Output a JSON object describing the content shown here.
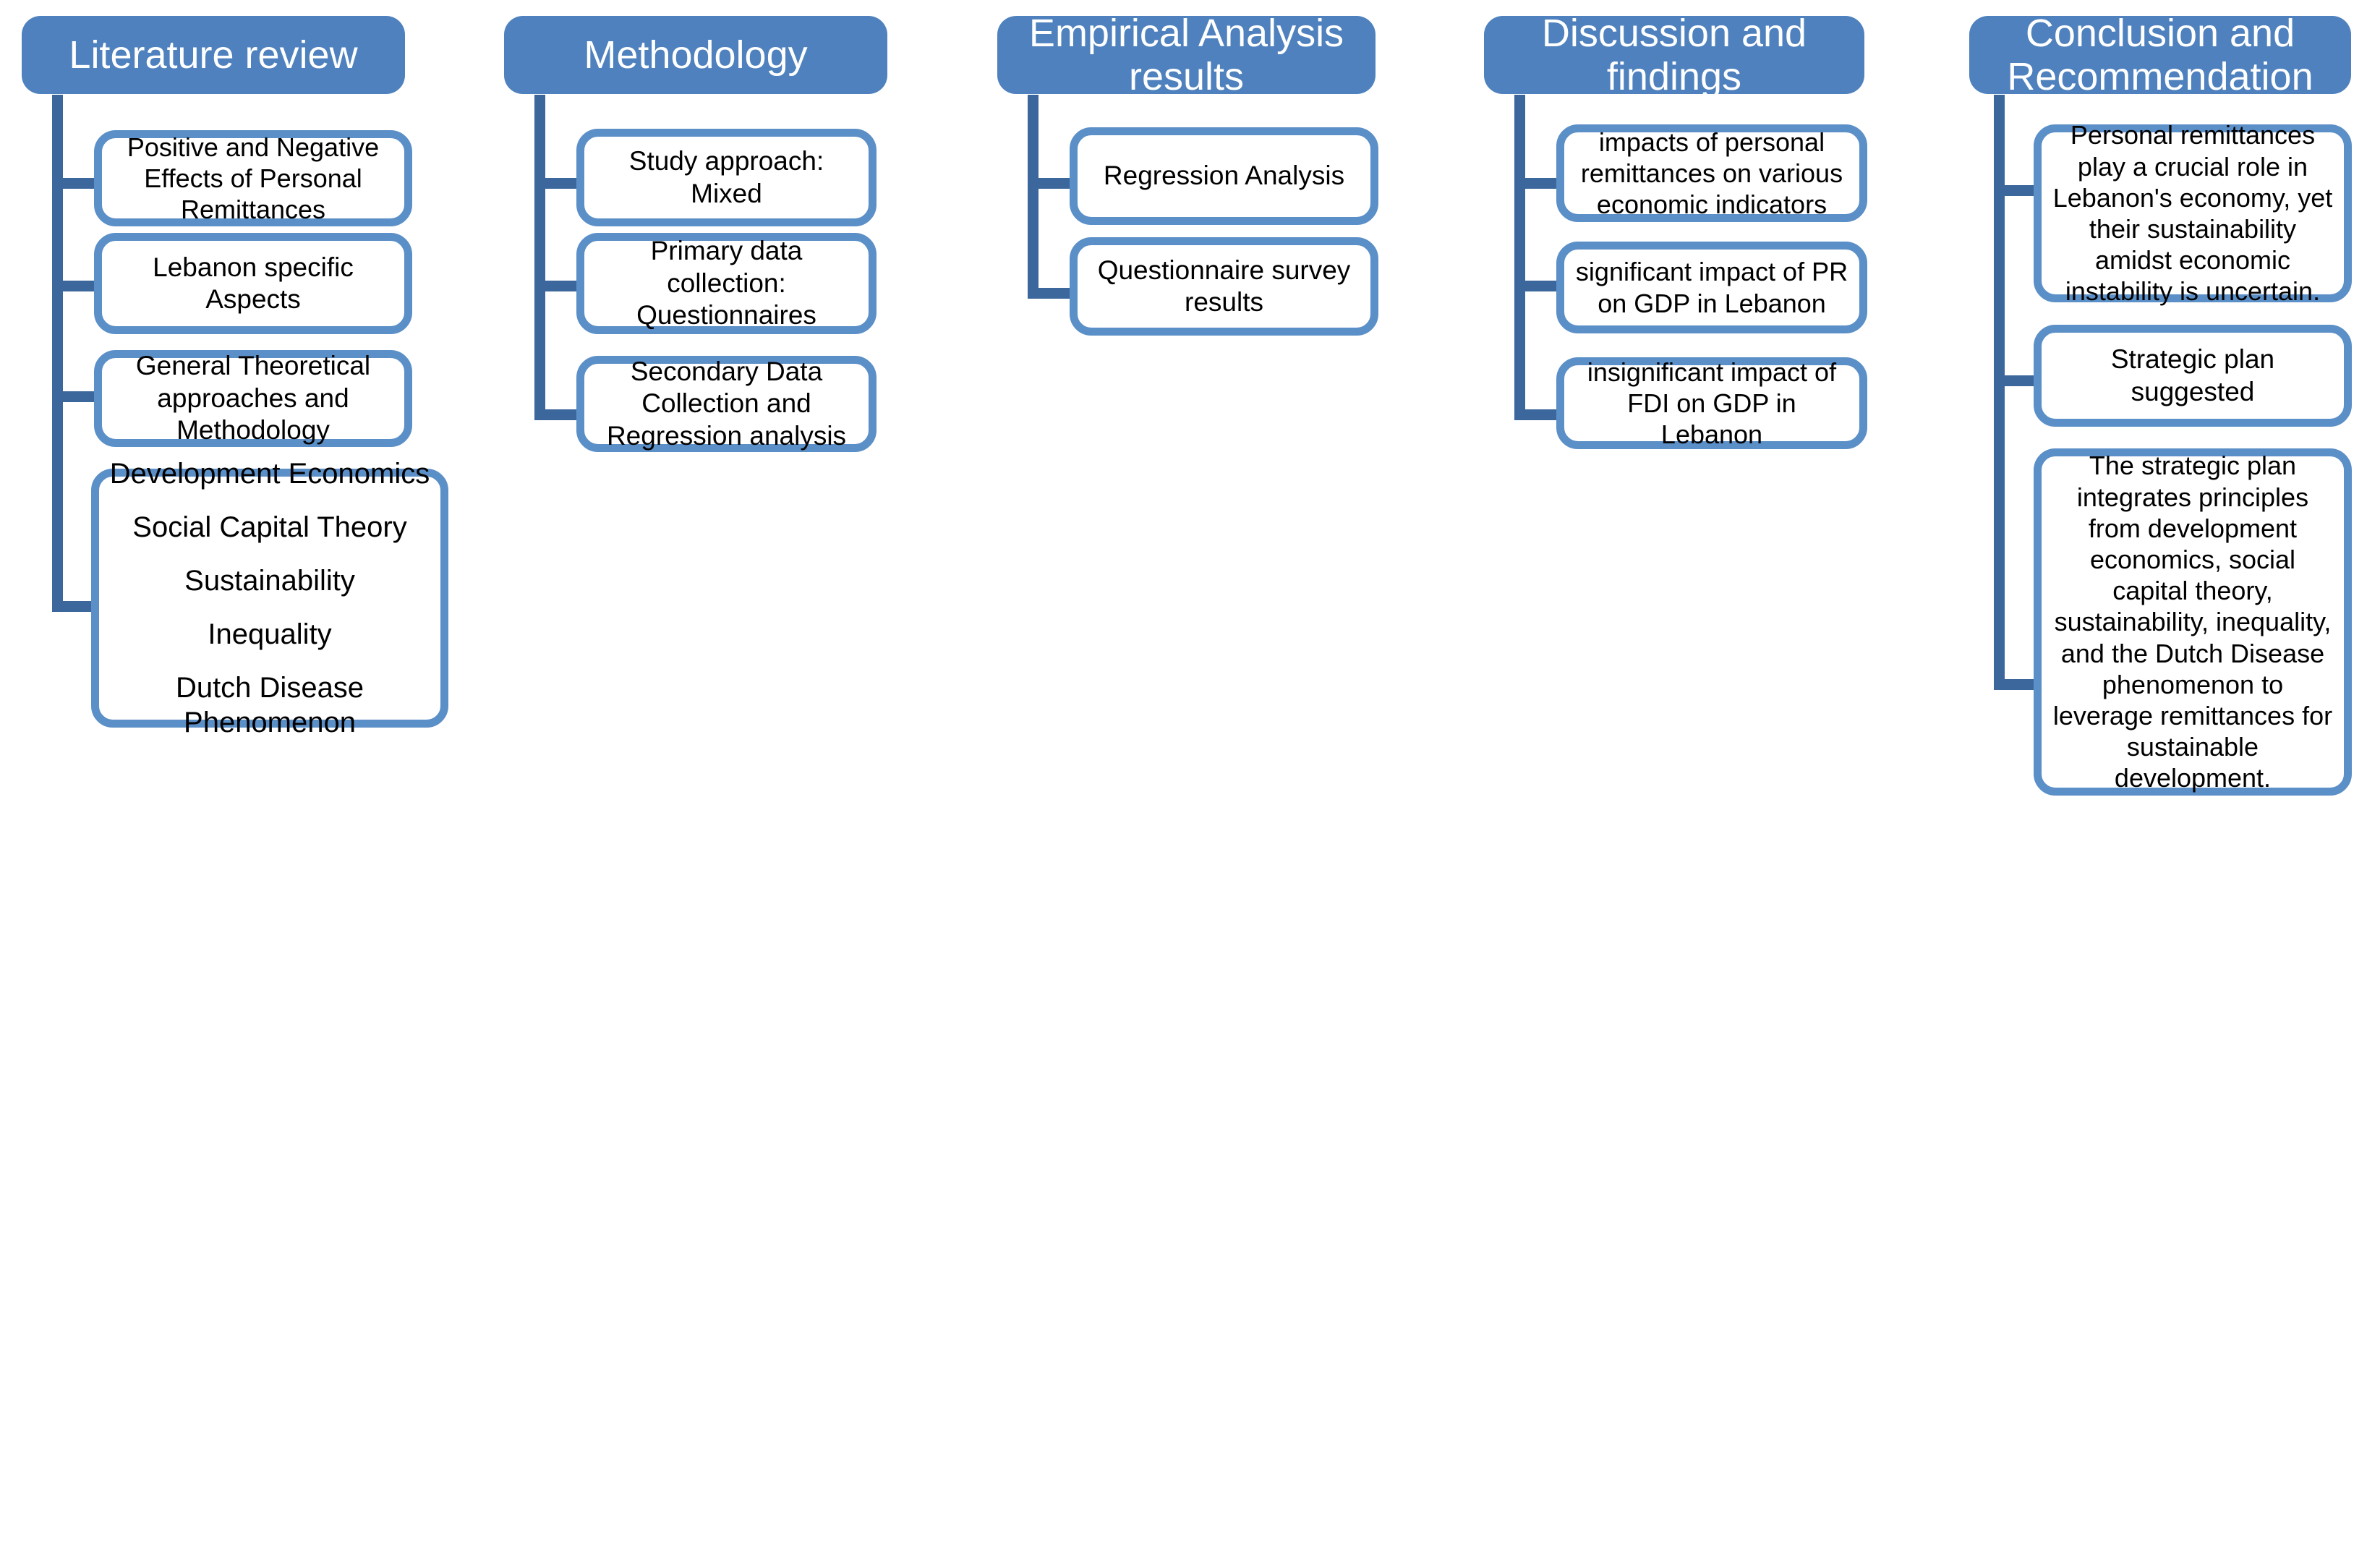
{
  "diagram": {
    "title": "Research structure flow diagram",
    "colors": {
      "header_fill": "#4E81BD",
      "header_text": "#FFFFFF",
      "node_border": "#5B8FC7",
      "node_fill": "#FFFFFF",
      "connector": "#3C679C",
      "node_text": "#000000",
      "background": "#FFFFFF"
    },
    "columns": [
      {
        "id": "literature-review",
        "header": "Literature review",
        "nodes": [
          {
            "id": "positive-negative-effects",
            "text": "Positive and Negative Effects of Personal Remittances"
          },
          {
            "id": "lebanon-specific-aspects",
            "text": "Lebanon specific Aspects"
          },
          {
            "id": "general-theoretical-approaches",
            "text": "General Theoretical approaches and Methodology"
          },
          {
            "id": "theory-list",
            "lines": [
              "Development Economics",
              "Social Capital Theory",
              "Sustainability",
              "Inequality",
              "Dutch Disease Phenomenon"
            ]
          }
        ]
      },
      {
        "id": "methodology",
        "header": "Methodology",
        "nodes": [
          {
            "id": "study-approach",
            "text": "Study approach: Mixed"
          },
          {
            "id": "primary-data-collection",
            "text": "Primary data collection: Questionnaires"
          },
          {
            "id": "secondary-data-collection",
            "text": "Secondary Data Collection and Regression analysis"
          }
        ]
      },
      {
        "id": "empirical-analysis-results",
        "header": "Empirical Analysis results",
        "nodes": [
          {
            "id": "regression-analysis",
            "text": "Regression Analysis"
          },
          {
            "id": "questionnaire-survey-results",
            "text": "Questionnaire survey results"
          }
        ]
      },
      {
        "id": "discussion-and-findings",
        "header": "Discussion and findings",
        "nodes": [
          {
            "id": "impacts-on-indicators",
            "text": "impacts of personal remittances on various economic indicators"
          },
          {
            "id": "significant-pr-gdp",
            "text": "significant impact of PR on GDP in Lebanon"
          },
          {
            "id": "insignificant-fdi-gdp",
            "text": "insignificant impact of FDI on GDP in Lebanon"
          }
        ]
      },
      {
        "id": "conclusion-and-recommendation",
        "header": "Conclusion and Recommendation",
        "nodes": [
          {
            "id": "remittances-crucial-role",
            "text": "Personal remittances play a crucial role in Lebanon's economy, yet their sustainability amidst economic instability is uncertain."
          },
          {
            "id": "strategic-plan-suggested",
            "text": "Strategic plan suggested"
          },
          {
            "id": "strategic-plan-details",
            "text": "The strategic plan integrates principles from development economics, social capital theory, sustainability, inequality, and the Dutch Disease phenomenon to leverage remittances for sustainable development."
          }
        ]
      }
    ]
  }
}
